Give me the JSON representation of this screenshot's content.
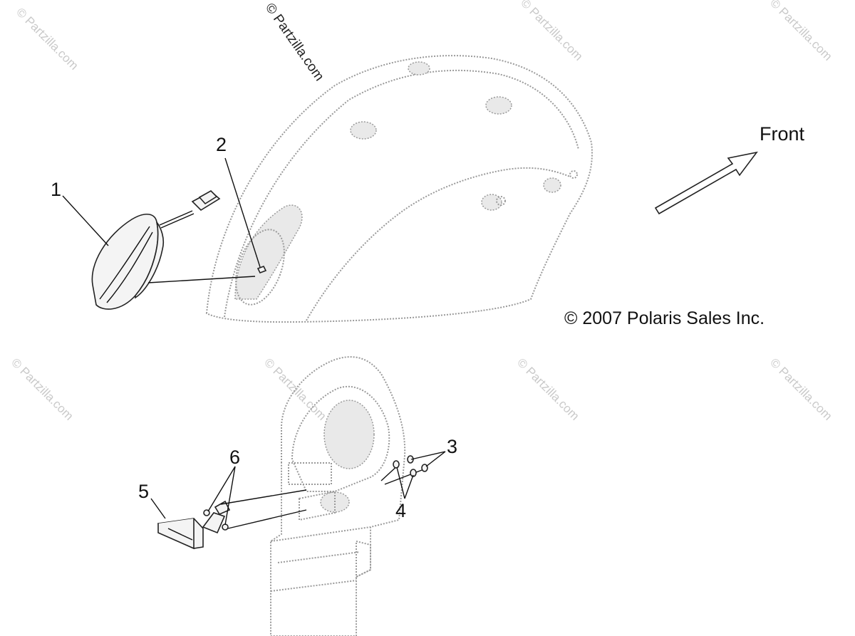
{
  "labels": {
    "front": "Front",
    "copyright": "© 2007 Polaris Sales Inc."
  },
  "callouts": [
    "1",
    "2",
    "3",
    "4",
    "5",
    "6"
  ],
  "watermark": "© Partzilla.com",
  "colors": {
    "line": "#111111",
    "ghost": "#9a9a9a",
    "watermark": "#c9c9c9"
  }
}
